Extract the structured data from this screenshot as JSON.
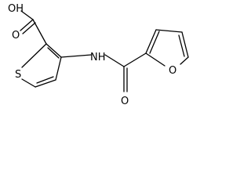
{
  "molecule": {
    "labels": {
      "hydroxyl": "OH",
      "carboxyl_oxygen": "O",
      "thiophene_sulfur": "S",
      "amide_nitrogen": "NH",
      "amide_oxygen": "O",
      "furan_oxygen": "O"
    },
    "colors": {
      "bond": "#000000",
      "text": "#000000",
      "background": "#ffffff"
    }
  }
}
